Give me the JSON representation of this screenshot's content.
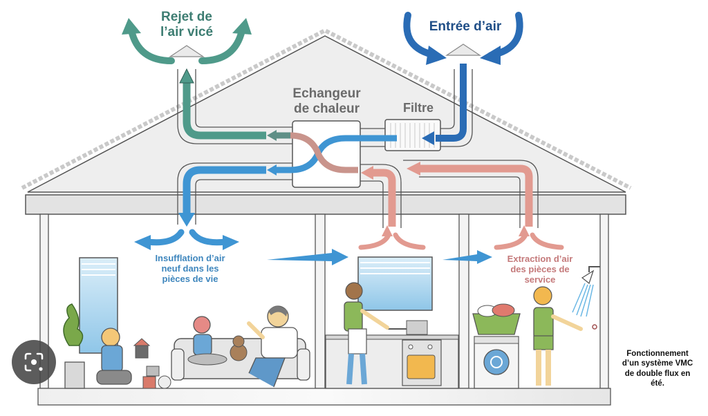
{
  "diagram": {
    "title": "Fonctionnement d'un système VMC de double flux en été",
    "caption_lines": [
      "Fonctionnement",
      "d’un système VMC",
      "de double flux en",
      "été."
    ],
    "labels": {
      "rejet": [
        "Rejet de",
        "l’air vicé"
      ],
      "entree": [
        "Entrée d’air"
      ],
      "echangeur": [
        "Echangeur",
        "de chaleur"
      ],
      "filtre": [
        "Filtre"
      ],
      "insufflation": [
        "Insufflation d’air",
        "neuf dans les",
        "pièces de vie"
      ],
      "extraction": [
        "Extraction d’air",
        "des pièces de",
        "service"
      ]
    },
    "rooms": [
      "living-room",
      "kitchen",
      "laundry-bathroom"
    ],
    "flows": [
      {
        "name": "stale-air-exhaust",
        "color": "#4f9a8a"
      },
      {
        "name": "fresh-air-intake",
        "color": "#2a6cb5"
      },
      {
        "name": "fresh-air-supply",
        "color": "#3f95d3"
      },
      {
        "name": "stale-air-extraction",
        "color": "#e29a90"
      }
    ]
  },
  "overlay": {
    "lens_button": "google-lens-icon"
  }
}
